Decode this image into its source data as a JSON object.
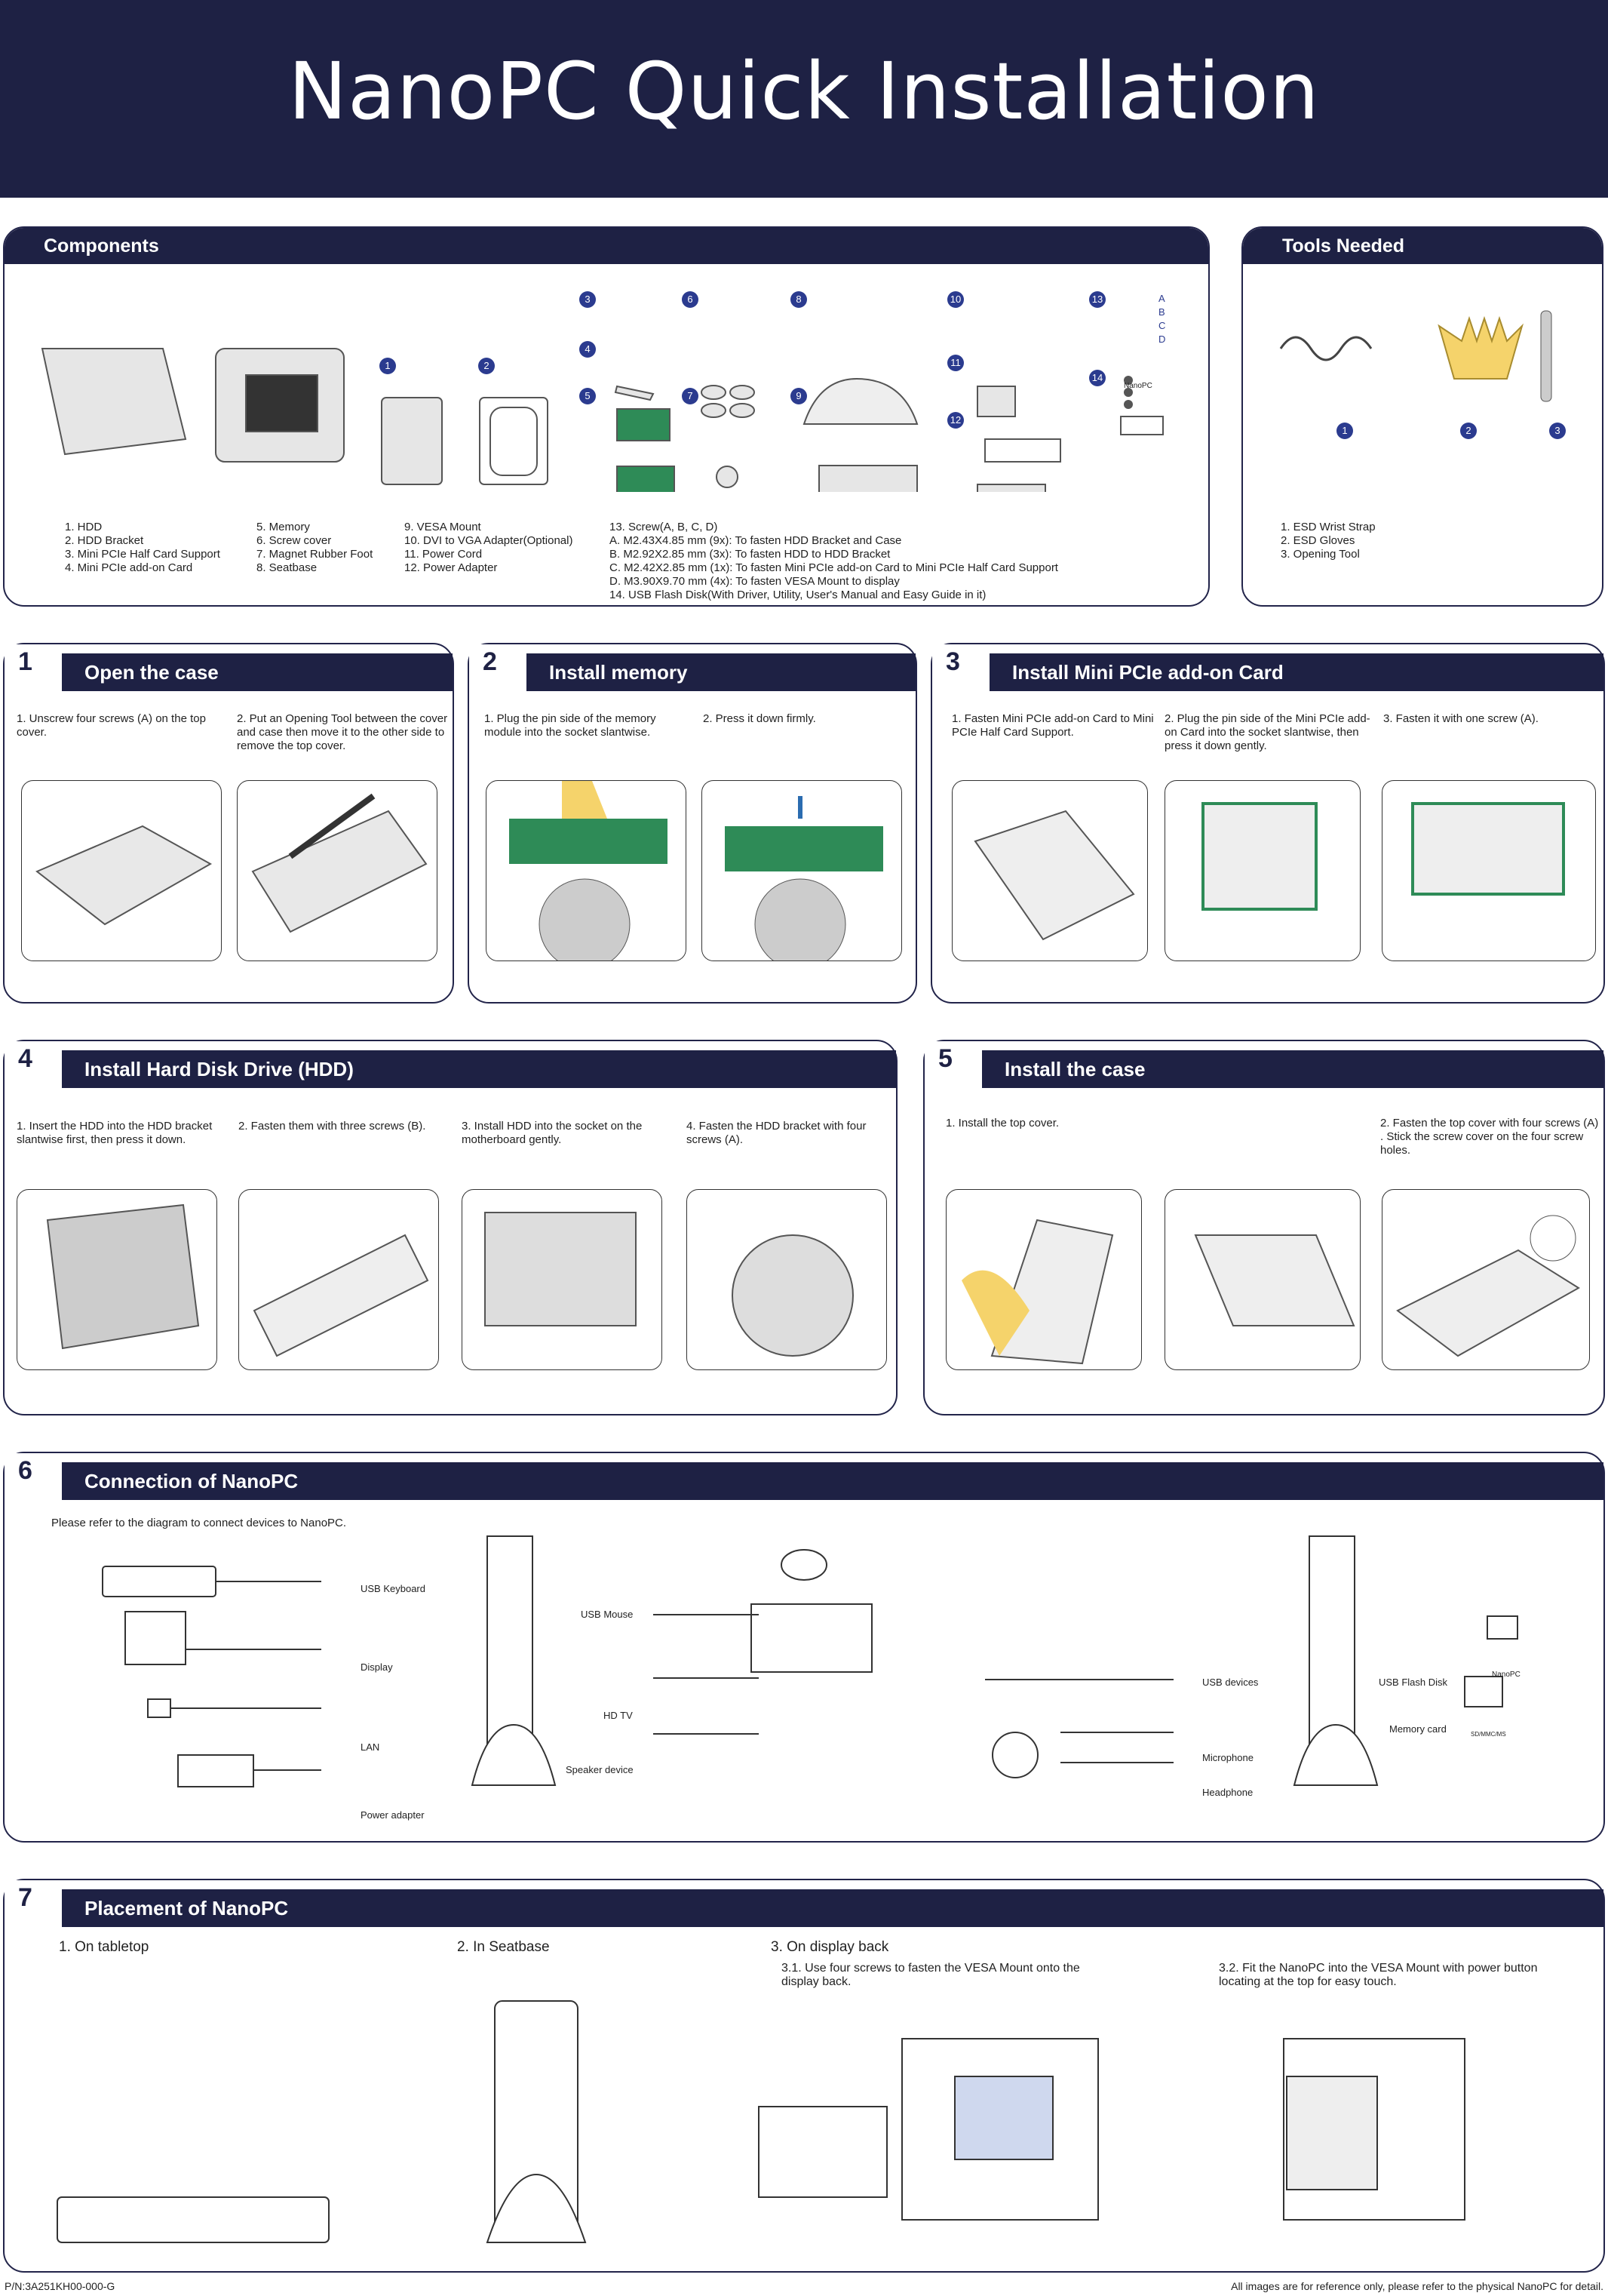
{
  "title": "NanoPC Quick Installation",
  "components": {
    "heading": "Components",
    "col1": [
      "1. HDD",
      "2. HDD Bracket",
      "3. Mini PCIe Half Card Support",
      "4. Mini PCIe add-on Card"
    ],
    "col2": [
      "5. Memory",
      "6. Screw cover",
      "7. Magnet Rubber Foot",
      "8. Seatbase"
    ],
    "col3": [
      "9. VESA Mount",
      "10. DVI to VGA Adapter(Optional)",
      "11. Power Cord",
      "12. Power Adapter"
    ],
    "col4": [
      "13. Screw(A, B, C, D)",
      "A. M2.43X4.85 mm (9x): To fasten HDD Bracket and Case",
      "B. M2.92X2.85 mm (3x): To fasten HDD to HDD Bracket",
      "C. M2.42X2.85 mm (1x): To fasten Mini PCIe add-on Card to Mini PCIe Half Card Support",
      "D. M3.90X9.70 mm (4x): To fasten VESA Mount to display",
      "14. USB Flash Disk(With Driver, Utility, User's Manual and Easy Guide in it)"
    ],
    "badges": [
      "1",
      "2",
      "3",
      "4",
      "5",
      "6",
      "7",
      "8",
      "9",
      "10",
      "11",
      "12",
      "13",
      "14"
    ],
    "screw_letters": [
      "A",
      "B",
      "C",
      "D"
    ],
    "flash_label": "NanoPC"
  },
  "tools": {
    "heading": "Tools Needed",
    "items": [
      "1. ESD Wrist Strap",
      "2. ESD Gloves",
      "3. Opening Tool"
    ],
    "badges": [
      "1",
      "2",
      "3"
    ]
  },
  "s1": {
    "num": "1",
    "title": "Open the case",
    "steps": [
      "1. Unscrew four screws (A) on the top cover.",
      "2. Put an Opening Tool between the cover and case then move it to the other side to remove the top cover."
    ]
  },
  "s2": {
    "num": "2",
    "title": "Install memory",
    "steps": [
      "1. Plug the pin side of  the memory module into the socket slantwise.",
      "2. Press it down firmly."
    ]
  },
  "s3": {
    "num": "3",
    "title": "Install Mini PCIe add-on Card",
    "steps": [
      "1. Fasten Mini PCIe add-on Card to Mini PCIe Half Card Support.",
      "2. Plug the pin side of the Mini PCIe add-on Card into the socket slantwise, then press it down gently.",
      "3. Fasten it with one screw (A)."
    ]
  },
  "s4": {
    "num": "4",
    "title": "Install Hard Disk Drive (HDD)",
    "steps": [
      "1. Insert the HDD into the HDD bracket slantwise first, then press it down.",
      "2. Fasten them with three screws (B).",
      "3. Install HDD into the socket on the motherboard gently.",
      "4. Fasten the HDD bracket with four screws (A)."
    ]
  },
  "s5": {
    "num": "5",
    "title": "Install the case",
    "steps": [
      "1. Install the top cover.",
      "2. Fasten the top cover with four screws (A) . Stick the screw cover on the four screw holes."
    ]
  },
  "s6": {
    "num": "6",
    "title": "Connection of NanoPC",
    "intro": "Please refer to the diagram to connect devices to NanoPC.",
    "left_labels": [
      "USB Keyboard",
      "Display",
      "LAN",
      "Power adapter"
    ],
    "mid_labels": [
      "USB Mouse",
      "HD TV",
      "Speaker device"
    ],
    "right_labels": [
      "USB devices",
      "Microphone",
      "Headphone"
    ],
    "far_labels": [
      "USB Flash Disk",
      "Memory card"
    ],
    "flash": "NanoPC",
    "card": "SD/MMC/MS"
  },
  "s7": {
    "num": "7",
    "title": "Placement of NanoPC",
    "items": [
      "1. On tabletop",
      "2. In Seatbase",
      "3. On display back"
    ],
    "sub1": "3.1. Use four screws to fasten the VESA Mount onto the display back.",
    "sub2": "3.2. Fit the NanoPC into the VESA Mount with power button locating at the top for easy touch."
  },
  "footer": {
    "left": "P/N:3A251KH00-000-G",
    "right": "All images are for reference only, please refer to the physical NanoPC for detail."
  },
  "colors": {
    "navy": "#1e2144",
    "badge": "#2b3b8f",
    "glove": "#f5d36b",
    "pcb": "#2e8b57"
  }
}
